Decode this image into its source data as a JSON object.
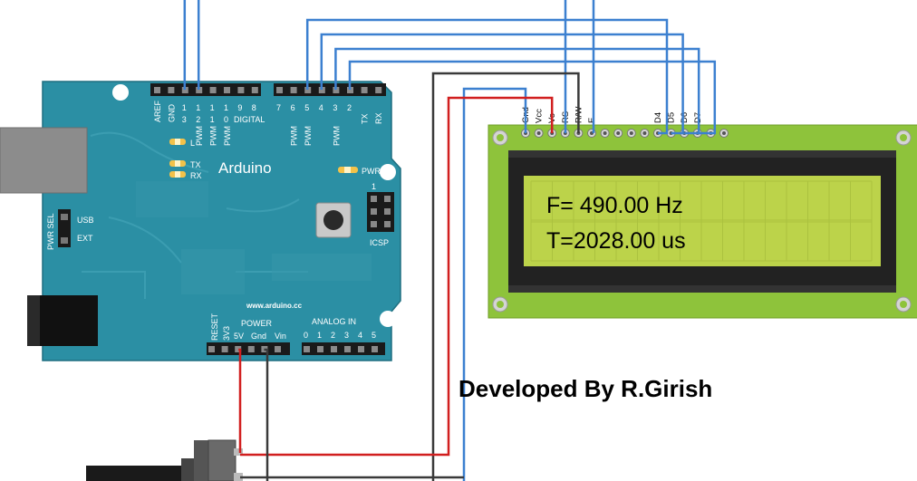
{
  "arduino": {
    "brand": "Arduino",
    "website": "www.arduino.cc",
    "power_header_title": "POWER",
    "analog_header_title": "ANALOG IN",
    "digital_label": "DIGITAL",
    "icsp_label": "ICSP",
    "icsp_pin1": "1",
    "pwr_label": "PWR",
    "pwr_sel_label": "PWR SEL",
    "usb_label": "USB",
    "ext_label": "EXT",
    "led_l_label": "L",
    "led_tx_label": "TX",
    "led_rx_label": "RX",
    "top_pins_left": [
      "AREF",
      "GND",
      "13",
      "12",
      "11",
      "10",
      "9",
      "8"
    ],
    "top_pins_right": [
      "7",
      "6",
      "5",
      "4",
      "3",
      "2",
      "TX 1",
      "RX 0"
    ],
    "pwm_label": "PWM",
    "bottom_pins": [
      "RESET",
      "3V3",
      "5V",
      "Gnd",
      "Vin"
    ],
    "analog_pins": [
      "0",
      "1",
      "2",
      "3",
      "4",
      "5"
    ]
  },
  "lcd": {
    "pin_labels": [
      "Gnd",
      "Vcc",
      "Vo",
      "RS",
      "R/W",
      "E",
      "D4",
      "D5",
      "D6",
      "D7"
    ],
    "line1": "F= 490.00 Hz",
    "line2": "T=2028.00 us",
    "backlight_color": "#bcd34a",
    "board_color": "#8ec33b"
  },
  "credit": "Developed By R.Girish",
  "colors": {
    "board": "#2b8fa4",
    "wire_signal": "#3c80d0",
    "wire_vcc": "#d11f1f",
    "wire_gnd": "#3a3a3a"
  }
}
